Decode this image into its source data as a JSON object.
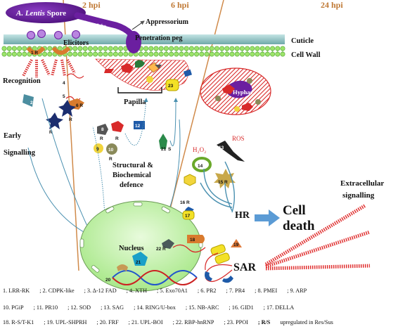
{
  "time_points": {
    "t2": "2 hpi",
    "t6": "6 hpi",
    "t24": "24 hpi"
  },
  "spore": {
    "label_italic": "A. Lentis",
    "label_rest": " Spore",
    "germ_tube": "Germ tube"
  },
  "labels": {
    "appressorium": "Appressorium",
    "penetration_peg": "Penetration peg",
    "cuticle": "Cuticle",
    "cell_wall": "Cell Wall",
    "elicitors": "Elicitors",
    "recognition": "Recognition",
    "early_signalling_1": "Early",
    "early_signalling_2": "Signalling",
    "papilla": "Papilla",
    "hyphae": "Hyphae",
    "structural_1": "Structural &",
    "structural_2": "Biochemical",
    "structural_3": "defence",
    "h2o2": "H₂O₂",
    "ros": "ROS",
    "hr": "HR",
    "cell_death_1": "Cell",
    "cell_death_2": "death",
    "extracellular_1": "Extracellular",
    "extracellular_2": "signalling",
    "nucleus": "Nucleus",
    "sar": "SAR"
  },
  "markers": {
    "m1": "1 R",
    "m2": "2",
    "m4": "4",
    "m5": "5",
    "m6": "6 R",
    "m3": "3",
    "r": "R",
    "m8": "8",
    "m12": "12",
    "m9": "9",
    "m10": "10",
    "m21s": "21",
    "s": "S",
    "m23": "23",
    "m14": "14",
    "m15": "15 R",
    "m13": "13",
    "m16": "16 R",
    "m17": "17",
    "m18": "18",
    "m19": "19",
    "m22": "22 R",
    "m20": "20",
    "m21": "21"
  },
  "legend": [
    {
      "n": "1. LRR-RK"
    },
    {
      "n": "; 2. CDPK-like"
    },
    {
      "n": "; 3. Δ-12 FAD"
    },
    {
      "n": "; 4. XTH"
    },
    {
      "n": "; 5. Exo70A1"
    },
    {
      "n": "; 6. PR2"
    },
    {
      "n": "; 7. PR4"
    },
    {
      "n": "; 8. PMEI"
    },
    {
      "n": "; 9. ARP"
    },
    {
      "n": "10. PGiP"
    },
    {
      "n": "; 11. PR10"
    },
    {
      "n": "; 12. SOD"
    },
    {
      "n": "; 13. SAG"
    },
    {
      "n": "; 14. RING/U-box"
    },
    {
      "n": "; 15. NB-ARC"
    },
    {
      "n": "; 16. GID1"
    },
    {
      "n": "; 17. DELLA"
    },
    {
      "n": "18. R-S/T-K1"
    },
    {
      "n": "; 19. UPL-SHPRH"
    },
    {
      "n": "; 20. FRF"
    },
    {
      "n": "; 21. UPL-BOI"
    },
    {
      "n": "; 22. RBP-hnRNP"
    },
    {
      "n": "; 23. PPOI"
    },
    {
      "n": "; R/S"
    },
    {
      "n": "upregulated in Res/Sus"
    }
  ],
  "colors": {
    "cuticle": "#8fc3c4",
    "cell_wall": "#9be36a",
    "spore": "#6b1fa0",
    "papilla": "#d82a2a",
    "nucleus": "#c8f3b0",
    "hr_arrow": "#5b9bd5",
    "dna_blue": "#2255cc",
    "dna_red": "#cc2222",
    "time_line": "#d08a4a",
    "sar_rays": "#e03030"
  }
}
